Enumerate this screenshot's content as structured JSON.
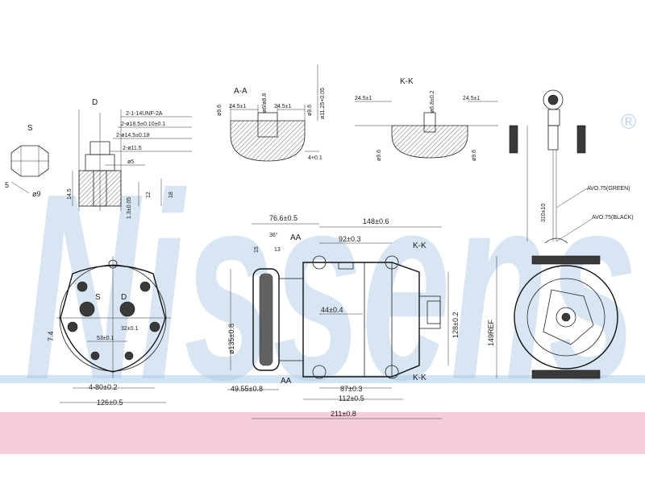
{
  "watermark": {
    "text": "Nissens",
    "registered": "®",
    "color": "#a9c7e6",
    "band_color": "#f4c6d2"
  },
  "colors": {
    "line": "#222222",
    "text": "#1a1a1a",
    "background": "#ffffff"
  },
  "labels": {
    "section_aa": "A-A",
    "section_kk": "K-K",
    "view_d": "D",
    "view_s": "S",
    "port_s": "S",
    "port_d": "D",
    "aa_top": "AA",
    "aa_bottom": "AA",
    "kk_top": "K-K",
    "kk_bottom": "K-K"
  },
  "dimensions": {
    "thread": "2-1-14UNF-2A",
    "dia_18_5": "2-ø18.5±0.10±0.1",
    "dia_14_5": "2-ø14.5±0.18",
    "dia_11_5": "2-ø11.5",
    "dia_5": "ø5",
    "h_14_5": "14.5",
    "h_12": "12",
    "h_18": "18",
    "h_1_3": "1.3±0.05",
    "s_dia_9": "ø9",
    "s_5": "5",
    "aa_24_5_left": "24.5±1",
    "aa_24_5_right": "24.5±1",
    "aa_dia_6": "ø6/ø8.8",
    "aa_dia_9_6_left": "ø9.6",
    "aa_dia_9_6_right": "ø9.6",
    "aa_dia_11_25": "ø11.25+0.05",
    "aa_4": "4+0.1",
    "kk_24_5_left": "24.5±1",
    "kk_24_5_right": "24.5±1",
    "kk_dia_6_8": "ø6.8±0.2",
    "kk_dia_9_6_left": "ø9.6",
    "kk_dia_9_6_right": "ø9.6",
    "front_80": "4-80±0.2",
    "front_126": "126±0.5",
    "front_53": "53±0.1",
    "front_32": "32±0.1",
    "front_7_4": "7.4",
    "side_76_6": "76.6±0.5",
    "side_148": "148±0.6",
    "side_36": "36°",
    "side_15": "15",
    "side_13": "13",
    "side_92": "92±0.3",
    "side_44": "44±0.4",
    "side_135": "ø135±0.8",
    "side_128": "128±0.2",
    "side_49_55": "49.55±0.8",
    "side_87": "87±0.3",
    "side_112": "112±0.5",
    "side_211": "211±0.8",
    "rear_310": "310±10",
    "rear_149": "149REF",
    "rear_wire_1": "AVO.75(GREEN)",
    "rear_wire_2": "AVO.75(BLACK)"
  }
}
